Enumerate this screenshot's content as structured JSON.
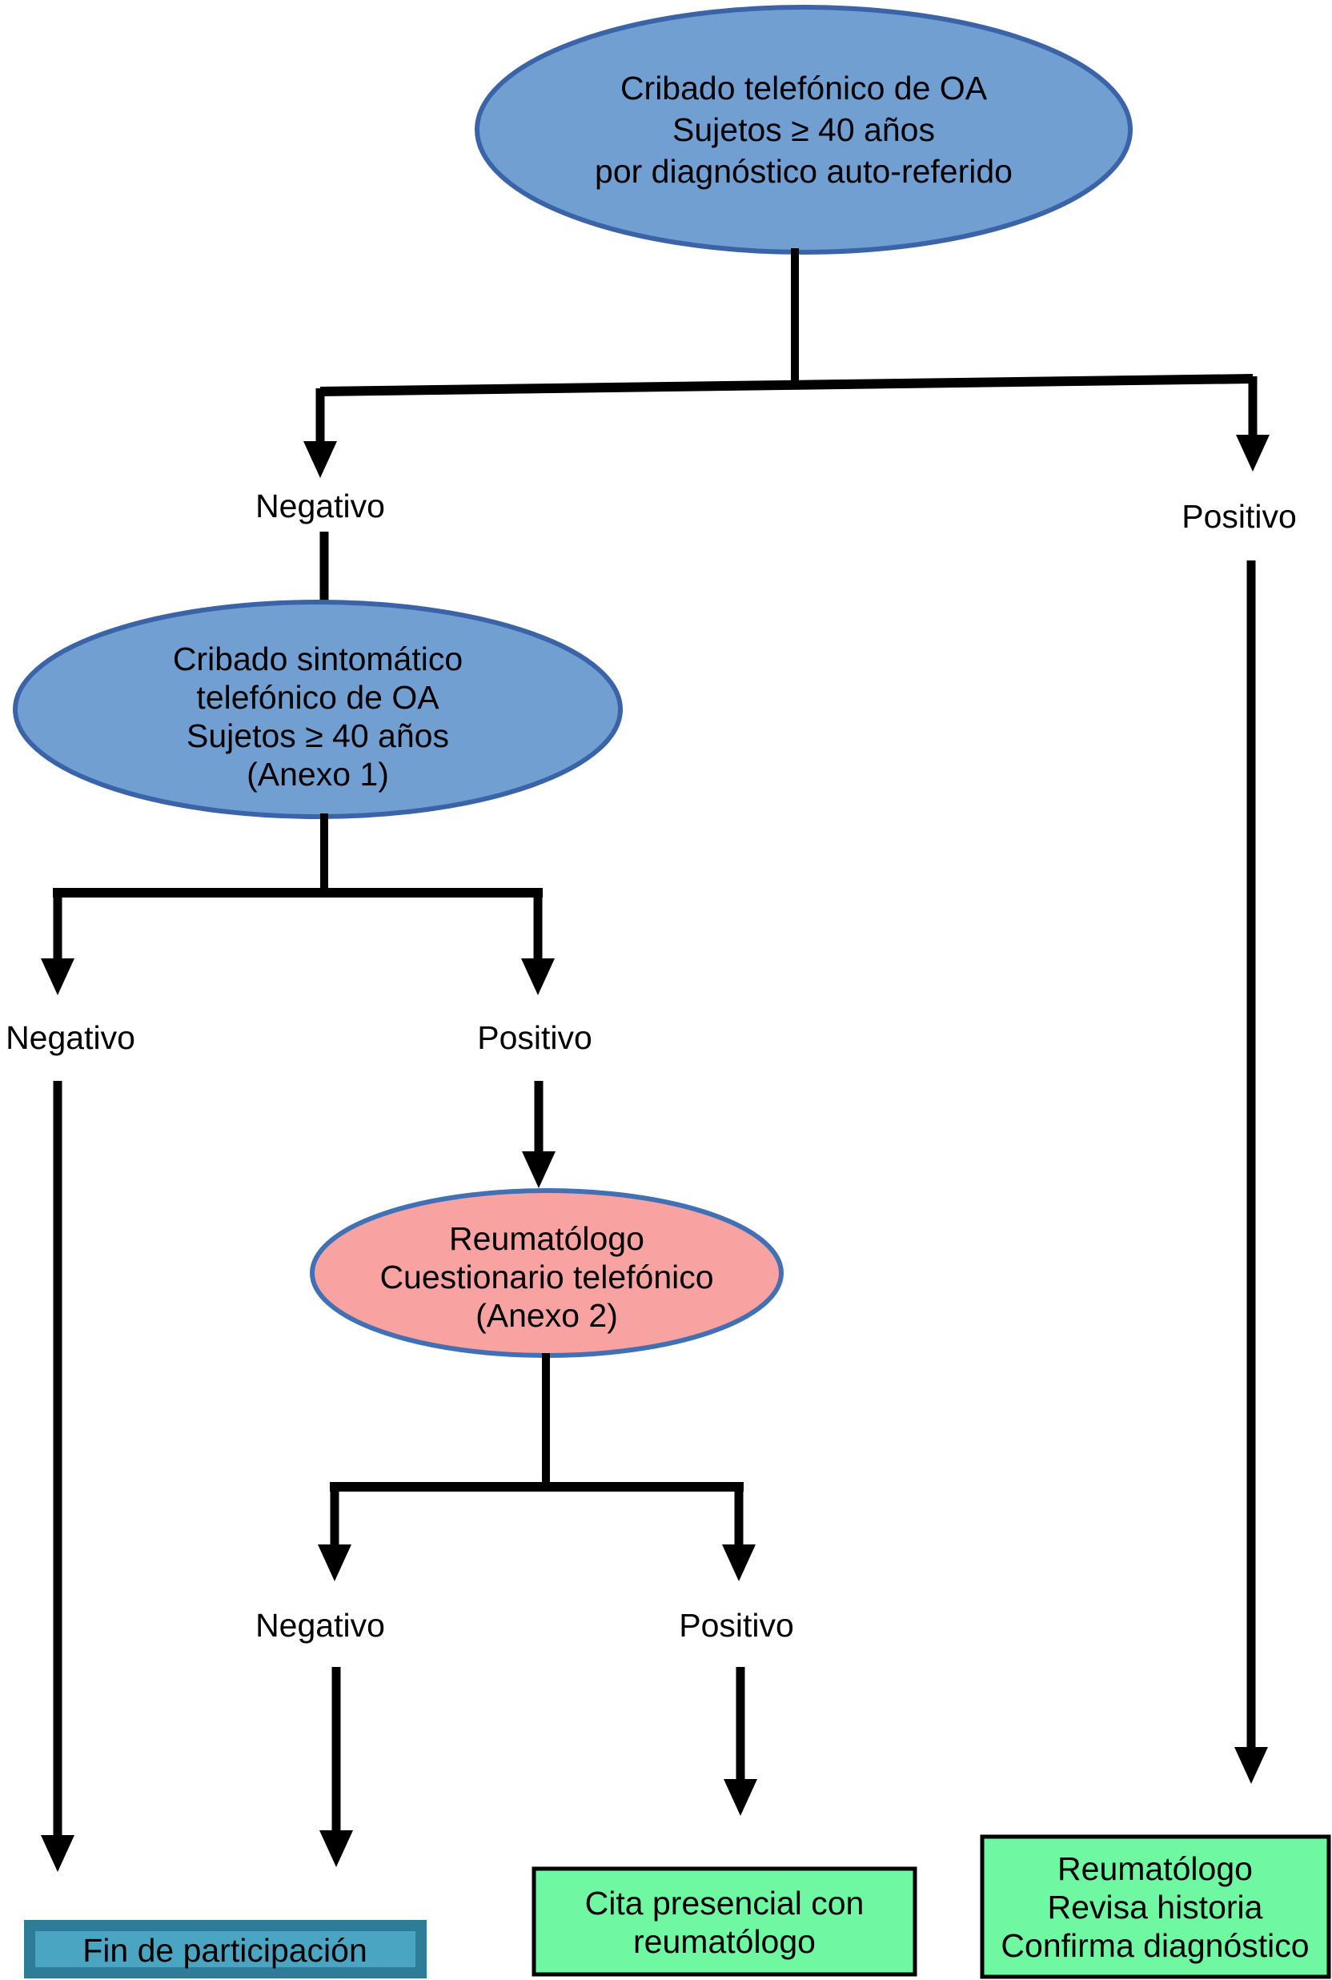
{
  "chart": {
    "type": "flowchart",
    "colors": {
      "blue_fill": "#719FD2",
      "blue_border": "#3B63A8",
      "pink_fill": "#F9A2A2",
      "pink_border": "#4170B4",
      "teal_fill": "#4AA5C2",
      "teal_border": "#2E7D98",
      "green_fill": "#6FF7A1",
      "box_border": "#000000",
      "line_color": "#000000"
    },
    "top_ellipse": {
      "lines": [
        "Cribado telefónico de OA",
        "Sujetos ≥ 40 años",
        "por diagnóstico auto-referido"
      ]
    },
    "branch1": {
      "negative": "Negativo",
      "positive": "Positivo"
    },
    "symptom_ellipse": {
      "lines": [
        "Cribado sintomático",
        "telefónico de OA",
        "Sujetos ≥ 40 años",
        "(Anexo 1)"
      ]
    },
    "branch2": {
      "negative": "Negativo",
      "positive": "Positivo"
    },
    "rheum_ellipse": {
      "lines": [
        "Reumatólogo",
        "Cuestionario telefónico",
        "(Anexo 2)"
      ]
    },
    "branch3": {
      "negative": "Negativo",
      "positive": "Positivo"
    },
    "end_box": {
      "text": "Fin de participación"
    },
    "appointment_box": {
      "lines": [
        "Cita presencial con",
        "reumatólogo"
      ]
    },
    "confirm_box": {
      "lines": [
        "Reumatólogo",
        "Revisa historia",
        "Confirma diagnóstico"
      ]
    }
  }
}
